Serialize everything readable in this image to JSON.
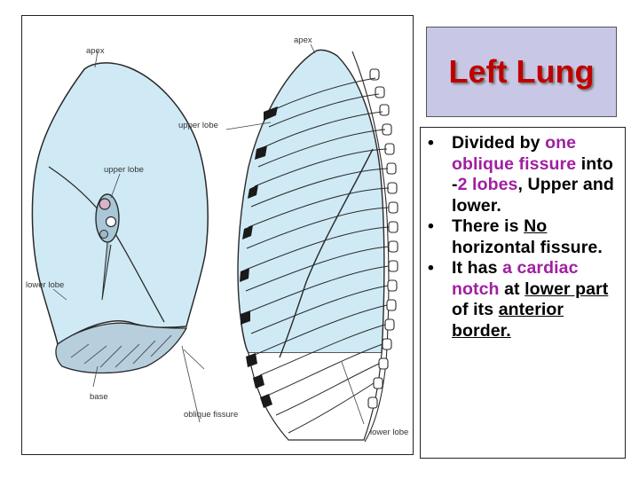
{
  "title": "Left Lung",
  "figure": {
    "labels": {
      "apex_left": "apex",
      "apex_right": "apex",
      "upper_lobe_left": "upper lobe",
      "upper_lobe_right": "upper lobe",
      "lower_lobe_left": "lower lobe",
      "lower_lobe_right": "lower lobe",
      "base": "base",
      "oblique_fissure": "oblique fissure"
    },
    "colors": {
      "lung": "#cfeaf5",
      "lung_outline": "#2a2a2a",
      "rib": "#1a1a1a"
    }
  },
  "bullets": [
    {
      "segments": [
        {
          "text": "Divided by ",
          "style": "plain"
        },
        {
          "text": "one oblique fissure",
          "style": "purple"
        },
        {
          "text": " into -",
          "style": "plain"
        },
        {
          "text": "2 lobes",
          "style": "purple"
        },
        {
          "text": ", Upper and lower.",
          "style": "plain"
        }
      ]
    },
    {
      "segments": [
        {
          "text": "There is ",
          "style": "plain"
        },
        {
          "text": "No",
          "style": "underline"
        },
        {
          "text": " horizontal fissure.",
          "style": "plain"
        }
      ]
    },
    {
      "segments": [
        {
          "text": "It has ",
          "style": "plain"
        },
        {
          "text": "a cardiac notch",
          "style": "purple"
        },
        {
          "text": " at ",
          "style": "plain"
        },
        {
          "text": "lower part",
          "style": "underline"
        },
        {
          "text": " of its ",
          "style": "plain"
        },
        {
          "text": "anterior border.",
          "style": "underline"
        }
      ]
    }
  ],
  "bullet_char": "•"
}
